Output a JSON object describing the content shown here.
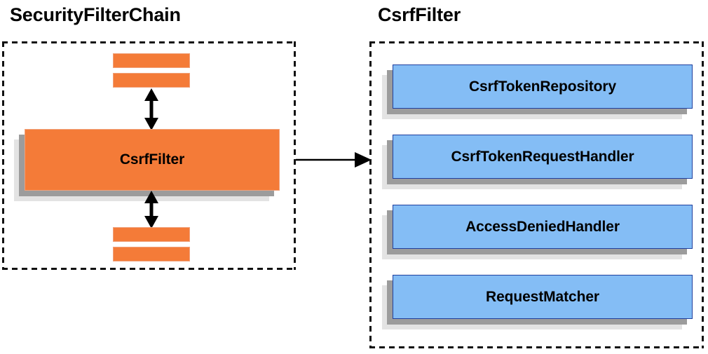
{
  "diagram": {
    "title_left": "SecurityFilterChain",
    "title_right": "CsrfFilter",
    "colors": {
      "orange_fill": "#F47B38",
      "orange_border": "#F0A27C",
      "blue_fill": "#84BDF5",
      "blue_border": "#1F3F9E",
      "shadow_dark": "#9C9C9C",
      "shadow_light": "#E3E3E3",
      "panel_border": "#111111",
      "arrow": "#000000",
      "background": "#FFFFFF"
    },
    "left_panel": {
      "label": "SecurityFilterChain",
      "main_block": "CsrfFilter",
      "stripes_top": [
        "filter-stripe-top-1",
        "filter-stripe-top-2"
      ],
      "stripes_bottom": [
        "filter-stripe-bottom-1",
        "filter-stripe-bottom-2"
      ],
      "arrows": [
        "bidirectional-arrow-above-csrffilter",
        "bidirectional-arrow-below-csrffilter"
      ]
    },
    "right_panel": {
      "label": "CsrfFilter",
      "components": [
        {
          "label": "CsrfTokenRepository"
        },
        {
          "label": "CsrfTokenRequestHandler"
        },
        {
          "label": "AccessDeniedHandler"
        },
        {
          "label": "RequestMatcher"
        }
      ]
    },
    "connector": {
      "name": "csrffilter-to-detail-arrow",
      "direction": "left-to-right"
    }
  }
}
